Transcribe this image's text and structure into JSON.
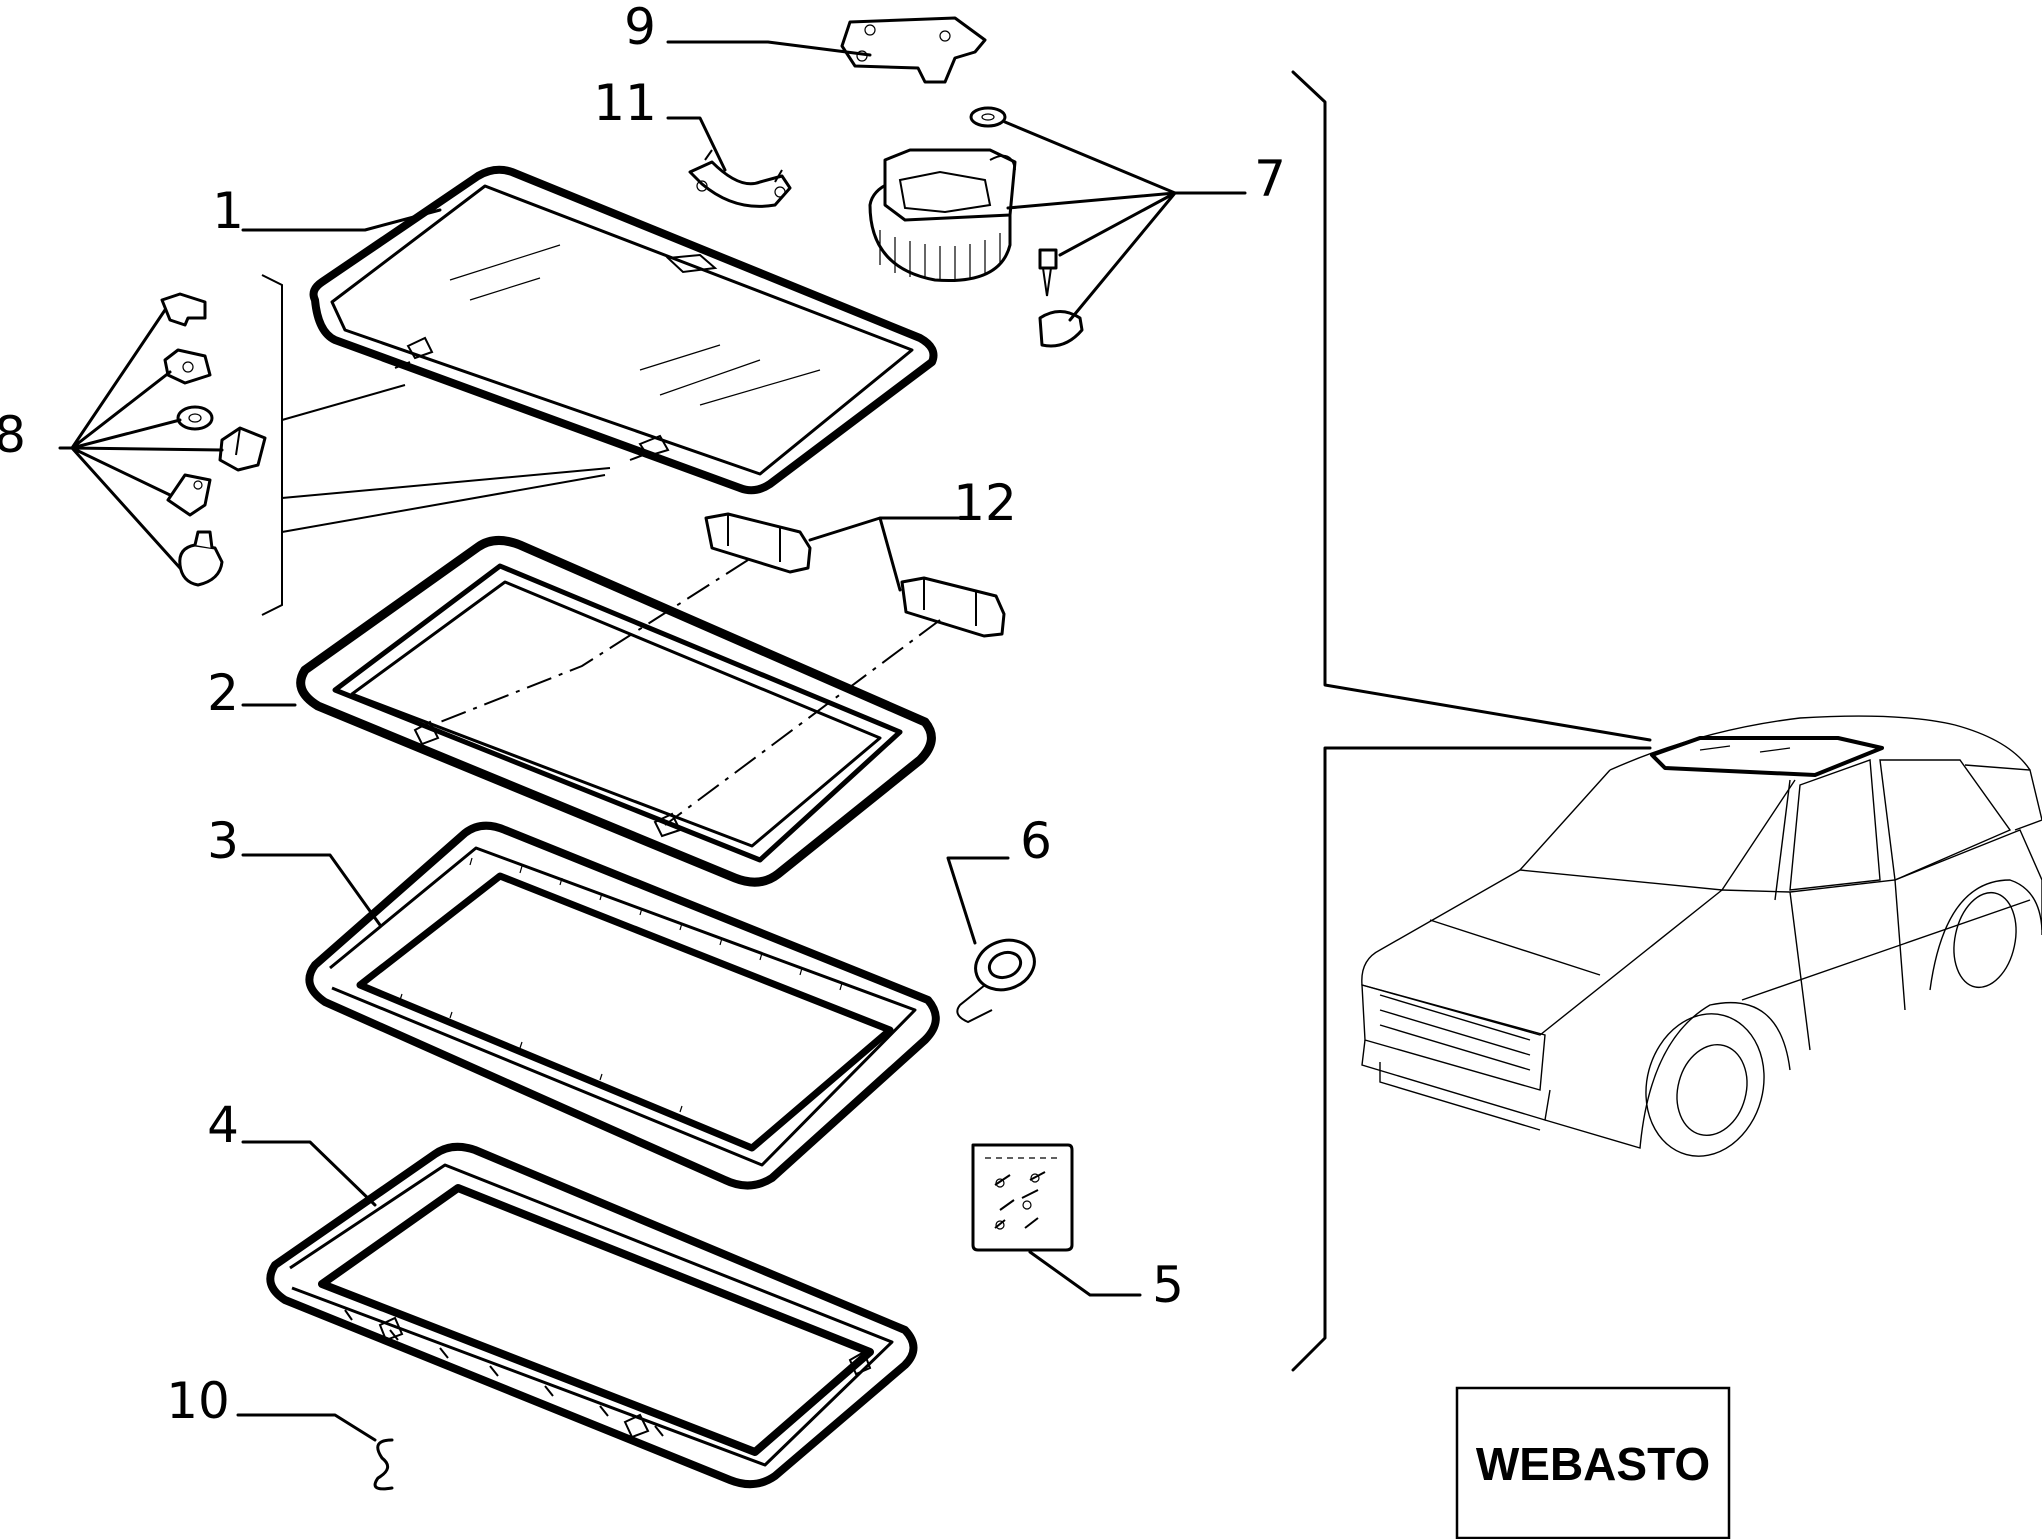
{
  "callouts": [
    "1",
    "2",
    "3",
    "4",
    "5",
    "6",
    "7",
    "8",
    "9",
    "10",
    "11",
    "12"
  ],
  "brand_label": "WEBASTO",
  "icons": [
    "glass-panel",
    "seal-frame",
    "inner-frame",
    "outer-frame",
    "screw-kit-bag",
    "tape-roll",
    "motor-unit",
    "clips",
    "bracket",
    "spring-clip",
    "clamp",
    "guides",
    "car-illustration"
  ]
}
